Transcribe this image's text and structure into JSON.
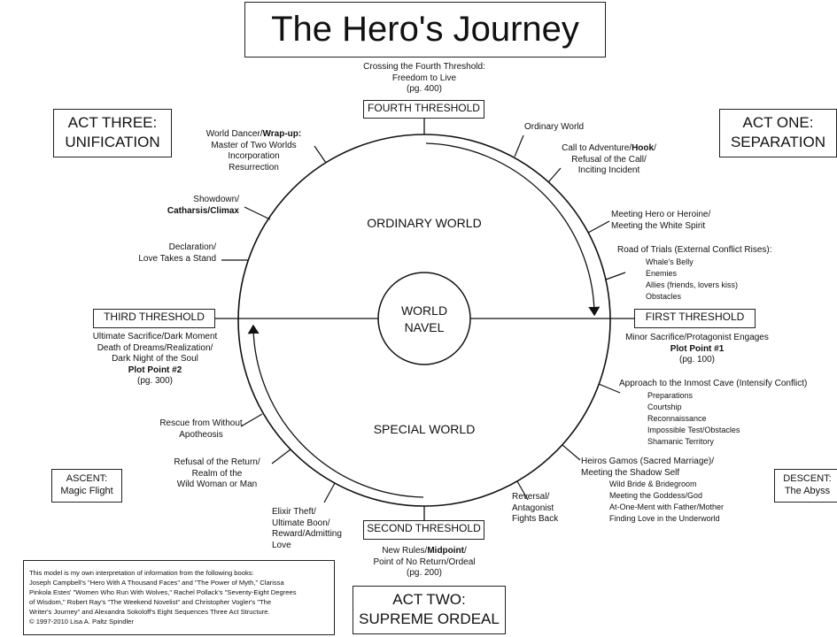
{
  "title": "The Hero's Journey",
  "acts": {
    "one": [
      "ACT ONE:",
      "SEPARATION"
    ],
    "two": [
      "ACT TWO:",
      "SUPREME ORDEAL"
    ],
    "three": [
      "ACT THREE:",
      "UNIFICATION"
    ],
    "ascent": [
      "ASCENT:",
      "Magic Flight"
    ],
    "descent": [
      "DESCENT:",
      "The Abyss"
    ]
  },
  "thresholds": {
    "first": "FIRST THRESHOLD",
    "second": "SECOND THRESHOLD",
    "third": "THIRD THRESHOLD",
    "fourth": "FOURTH THRESHOLD"
  },
  "worlds": {
    "ordinary": "ORDINARY WORLD",
    "special": "SPECIAL WORLD",
    "navel": [
      "WORLD",
      "NAVEL"
    ]
  },
  "labels": {
    "fourth_note": [
      "Crossing the Fourth Threshold:",
      "Freedom to Live",
      "(pg. 400)"
    ],
    "ordinary_world": "Ordinary World",
    "call": [
      "Call to Adventure/",
      "Hook",
      "/",
      "Refusal of the Call/",
      "Inciting Incident"
    ],
    "meeting_hero": [
      "Meeting Hero or Heroine/",
      "Meeting the White Spirit"
    ],
    "road_of_trials": "Road of Trials (External Conflict Rises):",
    "road_items": [
      "Whale's Belly",
      "Enemies",
      "Allies (friends, lovers kiss)",
      "Obstacles"
    ],
    "first_note": [
      "Minor Sacrifice/Protagonist Engages",
      "Plot Point #1",
      "(pg. 100)"
    ],
    "approach": "Approach to the Inmost Cave (Intensify Conflict)",
    "approach_items": [
      "Preparations",
      "Courtship",
      "Reconnaissance",
      "Impossible Test/Obstacles",
      "Shamanic Territory"
    ],
    "heiros": [
      "Heiros Gamos (Sacred Marriage)/",
      "Meeting the Shadow Self"
    ],
    "heiros_items": [
      "Wild Bride & Bridegroom",
      "Meeting the Goddess/God",
      "At-One-Ment with Father/Mother",
      "Finding Love in the Underworld"
    ],
    "reversal": [
      "Reversal/",
      "Antagonist",
      "Fights Back"
    ],
    "second_note": [
      "New Rules/",
      "Midpoint",
      "/",
      "Point of No Return/Ordeal",
      "(pg. 200)"
    ],
    "elixir": [
      "Elixir Theft/",
      "Ultimate Boon/",
      "Reward/Admitting",
      "Love"
    ],
    "refusal_return": [
      "Refusal of the Return/",
      "Realm of the",
      "Wild Woman or Man"
    ],
    "rescue": [
      "Rescue from Without",
      "Apotheosis"
    ],
    "third_note": [
      "Ultimate Sacrifice/Dark Moment",
      "Death of Dreams/Realization/",
      "Dark Night of the Soul",
      "Plot Point #2",
      "(pg. 300)"
    ],
    "declaration": [
      "Declaration/",
      "Love Takes a Stand"
    ],
    "showdown": [
      "Showdown/",
      "Catharsis/Climax"
    ],
    "world_dancer": [
      "World Dancer/",
      "Wrap-up:",
      "Master of Two Worlds",
      "Incorporation",
      "Resurrection"
    ]
  },
  "citation": [
    "This model is my own interpretation of information from the following books:",
    "Joseph Campbell's \"Hero With A Thousand Faces\" and \"The Power of Myth,\" Clarissa",
    "Pinkola Estes' \"Women Who Run With Wolves,\" Rachel Pollack's \"Seventy-Eight Degrees",
    "of Wisdom,\" Robert Ray's \"The Weekend Novelist\" and Christopher Vogler's \"The",
    "Writer's Journey\" and Alexandra Sokoloff's Eight Sequences Three Act Structure.",
    "© 1997-2010 Lisa A. Paltz Spindler"
  ]
}
